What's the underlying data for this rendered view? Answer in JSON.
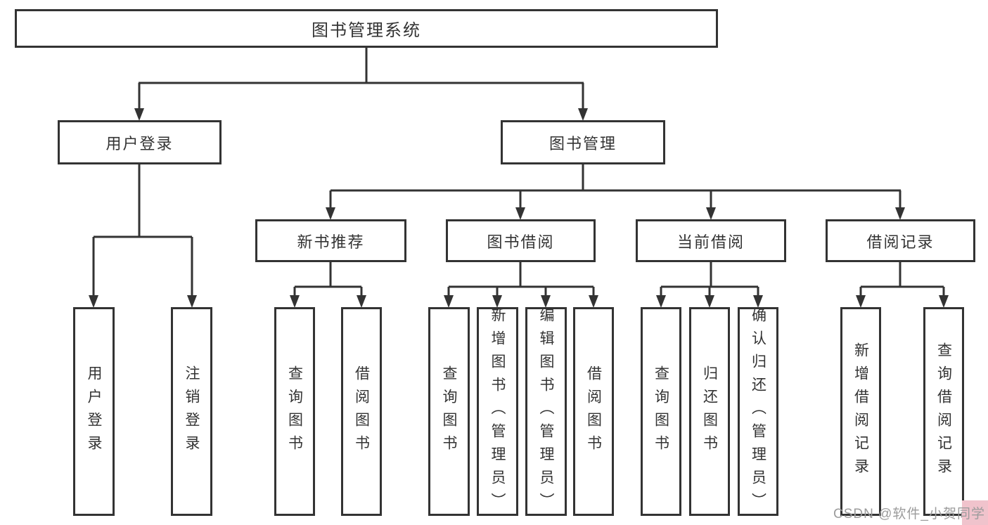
{
  "tree": {
    "label": "图书管理系统",
    "children": [
      {
        "label": "用户登录",
        "children": [
          {
            "label": "用户登录"
          },
          {
            "label": "注销登录"
          }
        ]
      },
      {
        "label": "图书管理",
        "children": [
          {
            "label": "新书推荐",
            "children": [
              {
                "label": "查询图书"
              },
              {
                "label": "借阅图书"
              }
            ]
          },
          {
            "label": "图书借阅",
            "children": [
              {
                "label": "查询图书"
              },
              {
                "label": "新增图书（管理员）"
              },
              {
                "label": "编辑图书（管理员）"
              },
              {
                "label": "借阅图书"
              }
            ]
          },
          {
            "label": "当前借阅",
            "children": [
              {
                "label": "查询图书"
              },
              {
                "label": "归还图书"
              },
              {
                "label": "确认归还（管理员）"
              }
            ]
          },
          {
            "label": "借阅记录",
            "children": [
              {
                "label": "新增借阅记录"
              },
              {
                "label": "查询借阅记录"
              }
            ]
          }
        ]
      }
    ]
  },
  "watermark": {
    "text": "CSDN @软件_小贺同学"
  },
  "colors": {
    "line": "#333333",
    "box_border": "#333333",
    "watermark_text": "#9c9c9c",
    "watermark_highlight": "#f0c3cc"
  }
}
